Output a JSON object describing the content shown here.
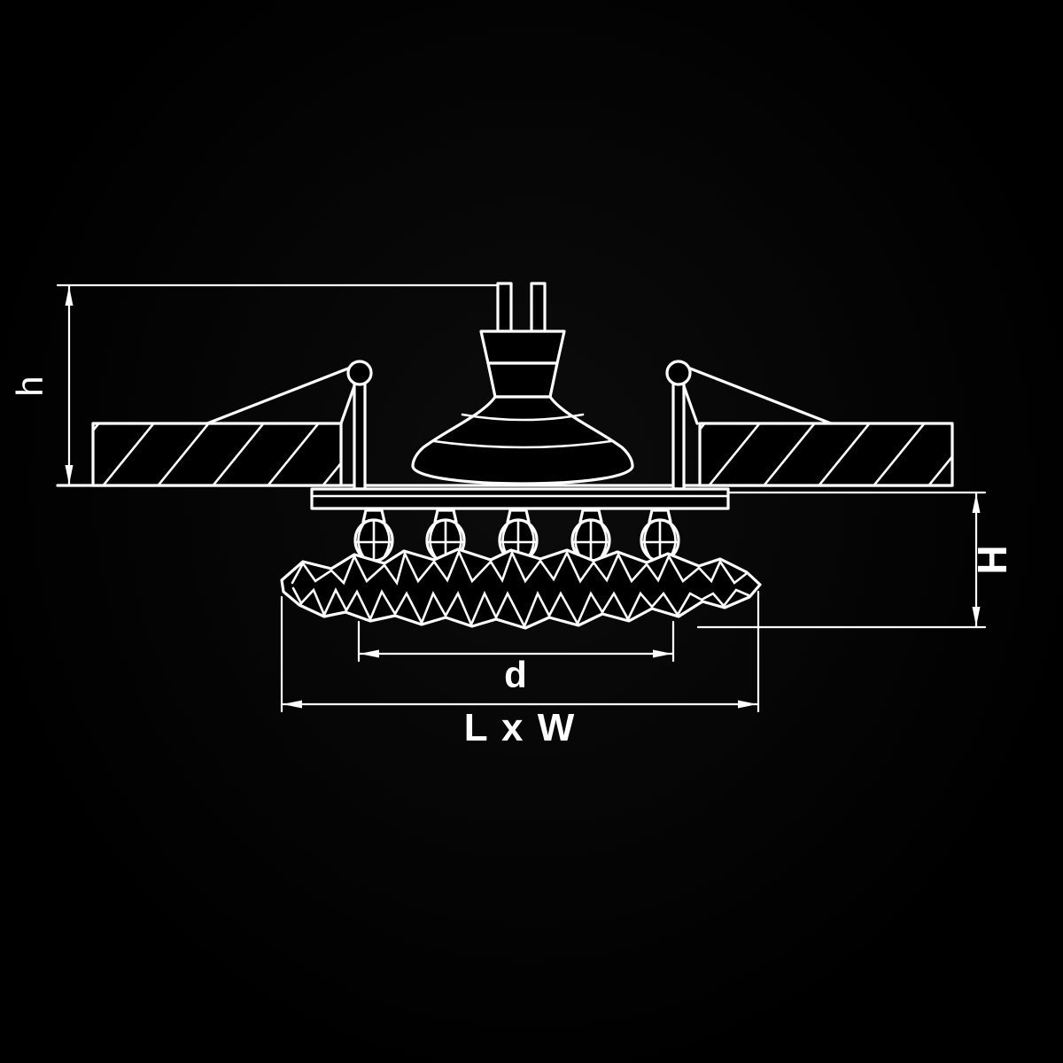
{
  "diagram": {
    "labels": {
      "recess_height": "h",
      "protrusion_height": "H",
      "diameter": "d",
      "length_width": "L x W"
    },
    "colors": {
      "background": "#000000",
      "line": "#ffffff"
    }
  }
}
